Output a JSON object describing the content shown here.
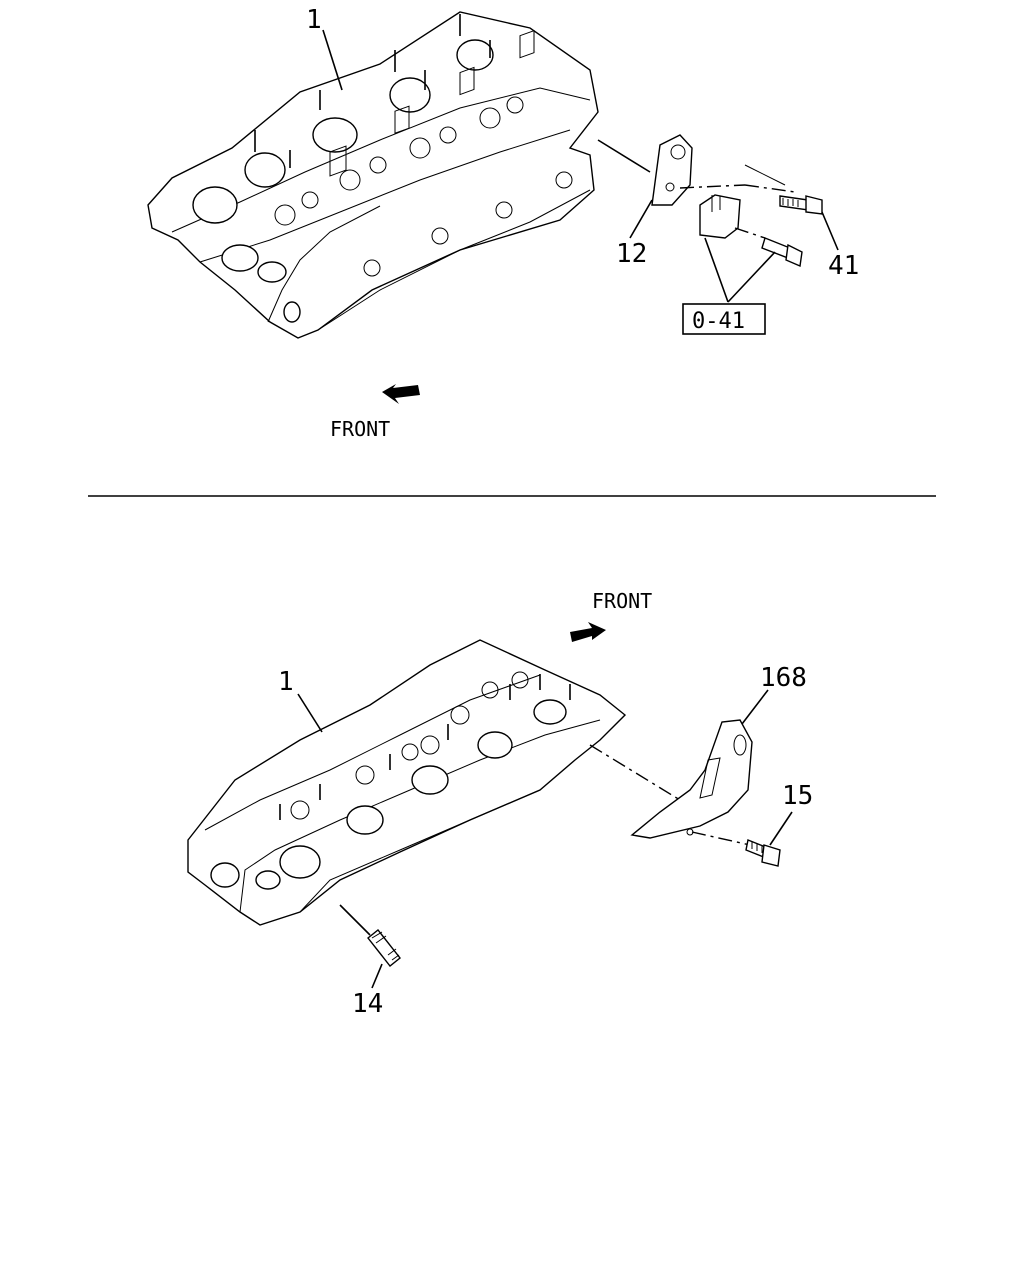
{
  "diagram": {
    "top_view": {
      "part_label": "1",
      "callouts": [
        "12",
        "41"
      ],
      "ref_box": "0-41",
      "front_label": "FRONT"
    },
    "bottom_view": {
      "part_label": "1",
      "callouts": [
        "168",
        "15",
        "14"
      ],
      "front_label": "FRONT"
    }
  },
  "icons": [
    "front-arrow-icon",
    "bolt-icon",
    "stud-icon",
    "bracket-icon"
  ]
}
